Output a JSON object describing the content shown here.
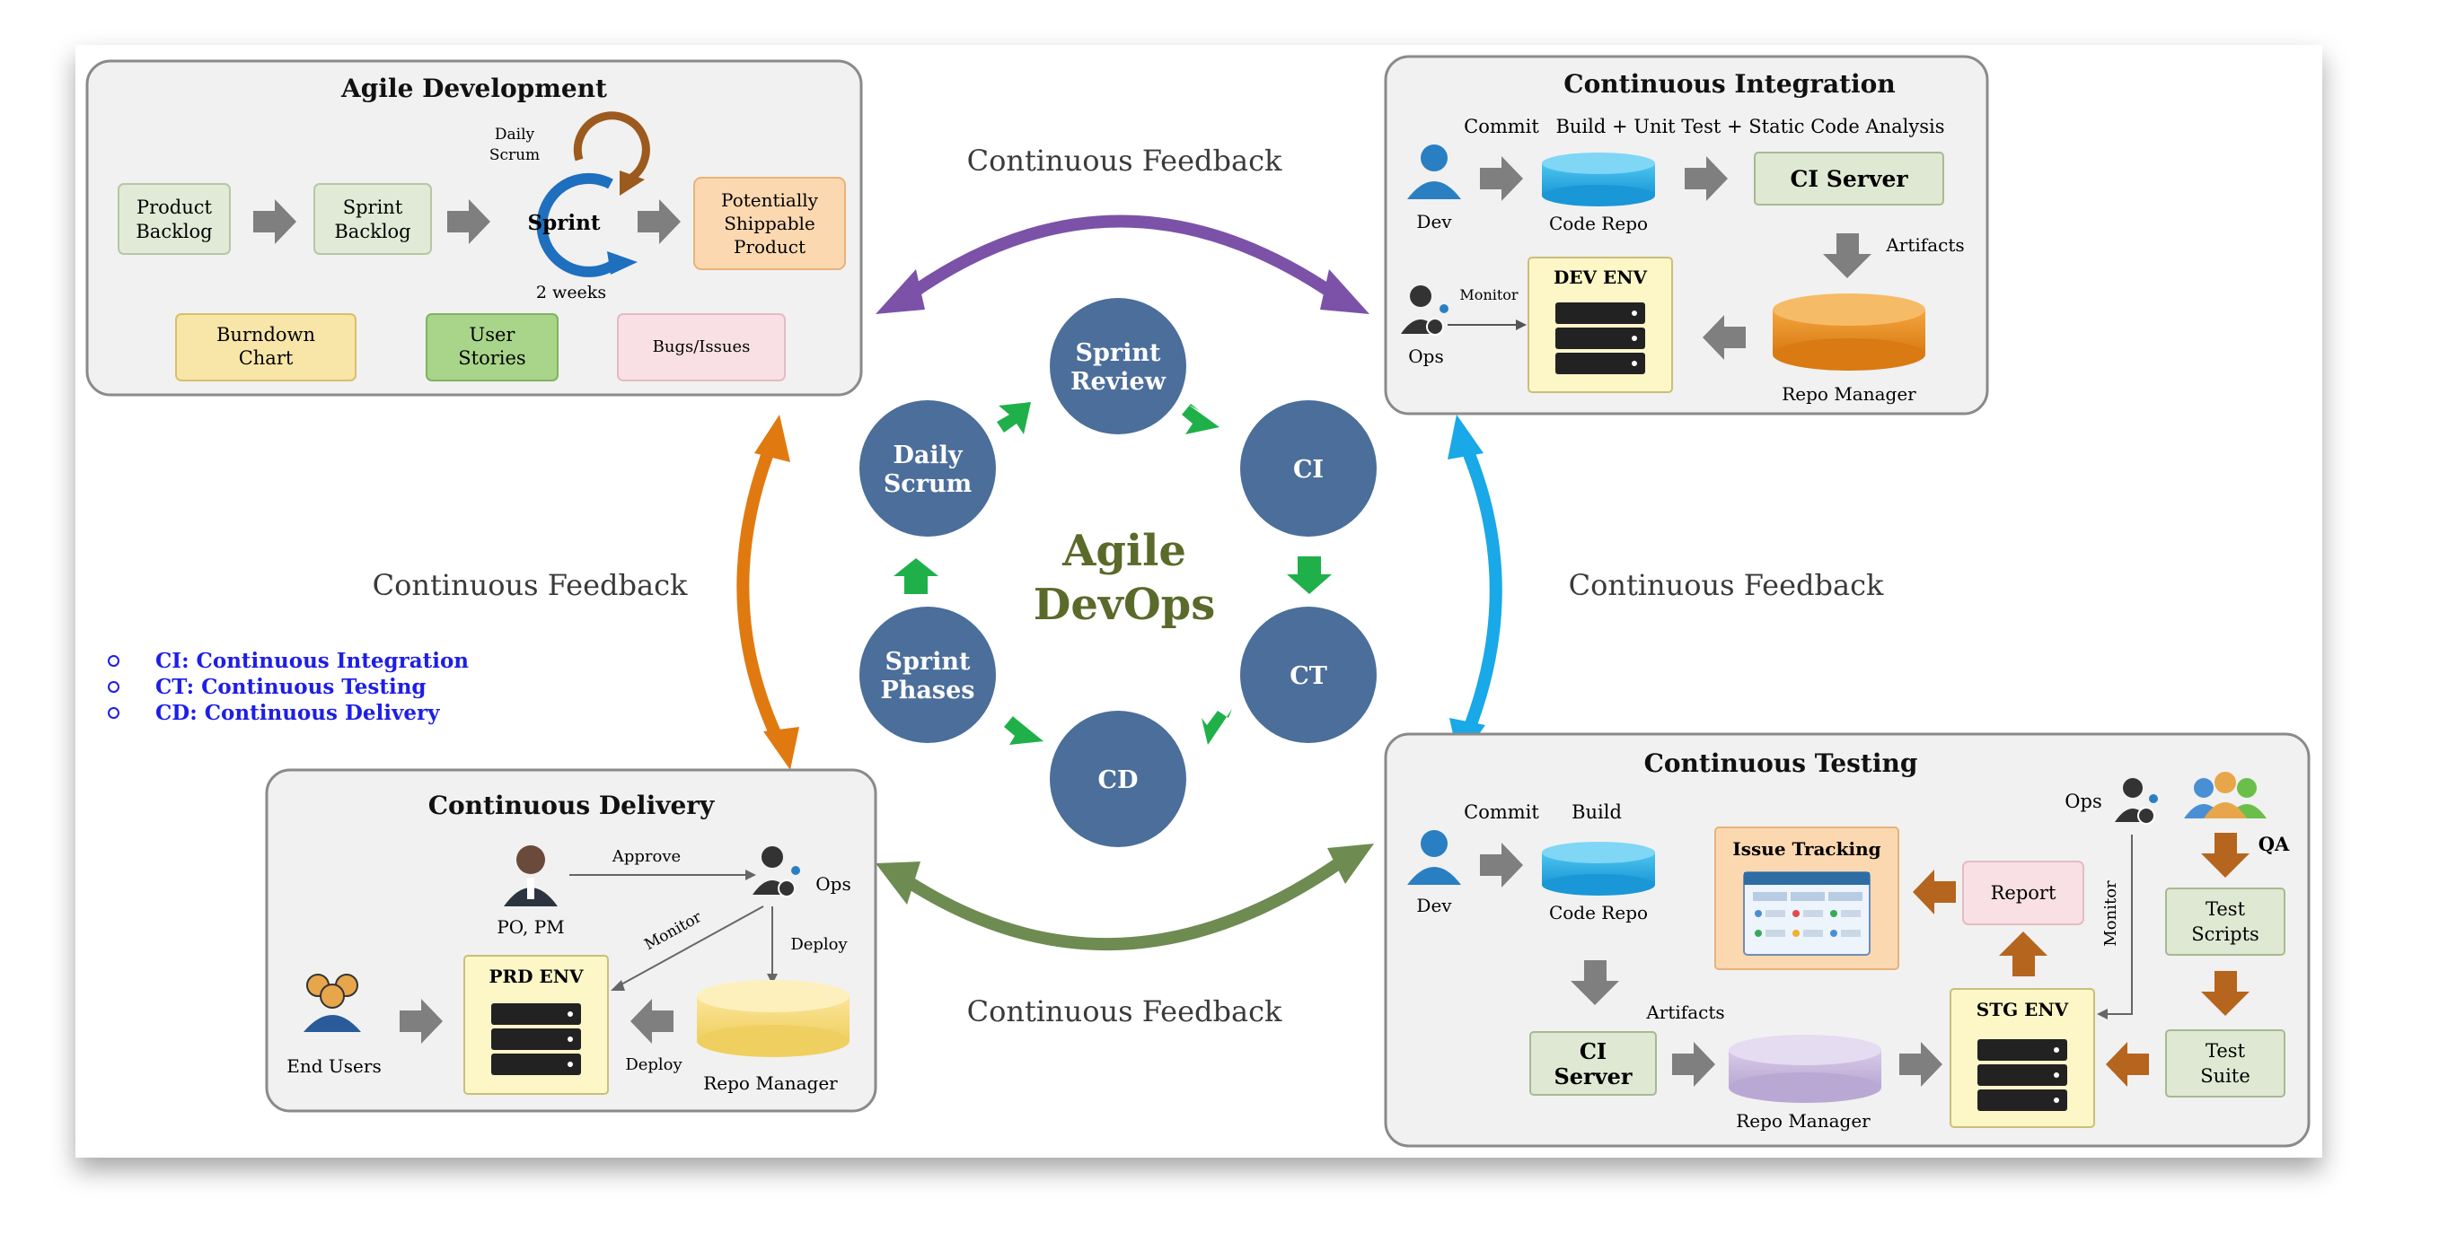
{
  "center": {
    "line1": "Agile",
    "line2": "DevOps"
  },
  "cycle": [
    {
      "id": "sprint-review",
      "lines": [
        "Sprint",
        "Review"
      ]
    },
    {
      "id": "ci",
      "lines": [
        "CI"
      ]
    },
    {
      "id": "ct",
      "lines": [
        "CT"
      ]
    },
    {
      "id": "cd",
      "lines": [
        "CD"
      ]
    },
    {
      "id": "sprint-phases",
      "lines": [
        "Sprint",
        "Phases"
      ]
    },
    {
      "id": "daily-scrum",
      "lines": [
        "Daily",
        "Scrum"
      ]
    }
  ],
  "feedback": {
    "top": "Continuous Feedback",
    "left": "Continuous Feedback",
    "right": "Continuous Feedback",
    "bottom": "Continuous Feedback"
  },
  "legend": [
    "CI: Continuous Integration",
    "CT: Continuous Testing",
    "CD: Continuous Delivery"
  ],
  "agile": {
    "title": "Agile Development",
    "product_backlog": [
      "Product",
      "Backlog"
    ],
    "sprint_backlog": [
      "Sprint",
      "Backlog"
    ],
    "daily_scrum": [
      "Daily",
      "Scrum"
    ],
    "sprint": "Sprint",
    "weeks": "2 weeks",
    "shippable": [
      "Potentially",
      "Shippable",
      "Product"
    ],
    "burndown": [
      "Burndown",
      "Chart"
    ],
    "user_stories": [
      "User",
      "Stories"
    ],
    "bugs": "Bugs/Issues"
  },
  "ci": {
    "title": "Continuous Integration",
    "commit": "Commit",
    "build": "Build + Unit Test + Static Code Analysis",
    "dev": "Dev",
    "code_repo": "Code Repo",
    "ci_server": "CI Server",
    "artifacts": "Artifacts",
    "monitor": "Monitor",
    "dev_env": "DEV ENV",
    "ops": "Ops",
    "repo_manager": "Repo Manager"
  },
  "cd": {
    "title": "Continuous Delivery",
    "approve": "Approve",
    "po_pm": "PO, PM",
    "ops": "Ops",
    "monitor": "Monitor",
    "deploy1": "Deploy",
    "prd_env": "PRD ENV",
    "end_users": "End Users",
    "deploy2": "Deploy",
    "repo_manager": "Repo Manager"
  },
  "ct": {
    "title": "Continuous Testing",
    "commit": "Commit",
    "build": "Build",
    "dev": "Dev",
    "code_repo": "Code Repo",
    "issue_tracking": "Issue Tracking",
    "report": "Report",
    "monitor": "Monitor",
    "ops": "Ops",
    "qa": "QA",
    "test_scripts": [
      "Test",
      "Scripts"
    ],
    "artifacts": "Artifacts",
    "ci_server": [
      "CI",
      "Server"
    ],
    "repo_manager": "Repo Manager",
    "stg_env": "STG ENV",
    "test_suite": [
      "Test",
      "Suite"
    ]
  },
  "colors": {
    "cycle_fill": "#4b6e9a",
    "cycle_arrow": "#1fb04a",
    "center_text": "#5a6a2a",
    "feedback_purple": "#7b52a8",
    "feedback_orange": "#e07a10",
    "feedback_blue": "#19a8e8",
    "feedback_green": "#6e8b52",
    "legend": "#1e1ee6",
    "gray_arrow": "#7f7f7f",
    "brown_arrow": "#b5651d"
  }
}
